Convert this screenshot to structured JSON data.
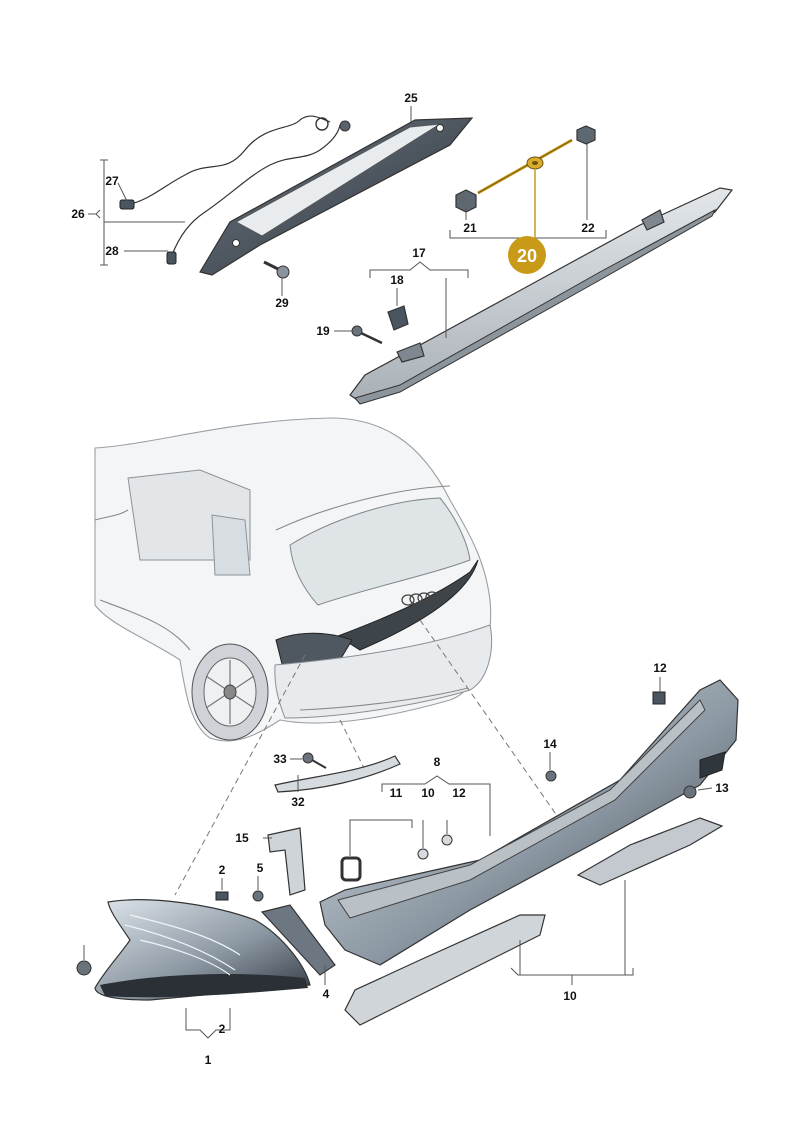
{
  "highlighted_callout": "20",
  "colors": {
    "highlight_fill": "#c89a18",
    "highlight_text": "#ffffff",
    "part_dark": "#4b5560",
    "part_light": "#c9ced4",
    "car_body": "#eef0f2",
    "glass": "#dfe3e6"
  },
  "labels": {
    "l1": "1",
    "l2a": "2",
    "l2b": "2",
    "l4": "4",
    "l5": "5",
    "l8": "8",
    "l10a": "10",
    "l10b": "10",
    "l11": "11",
    "l12a": "12",
    "l12b": "12",
    "l13": "13",
    "l14": "14",
    "l15": "15",
    "l17": "17",
    "l18": "18",
    "l19": "19",
    "l20": "20",
    "l21": "21",
    "l22": "22",
    "l25": "25",
    "l26": "26",
    "l27": "27",
    "l28": "28",
    "l29": "29",
    "l32": "32",
    "l33": "33"
  }
}
